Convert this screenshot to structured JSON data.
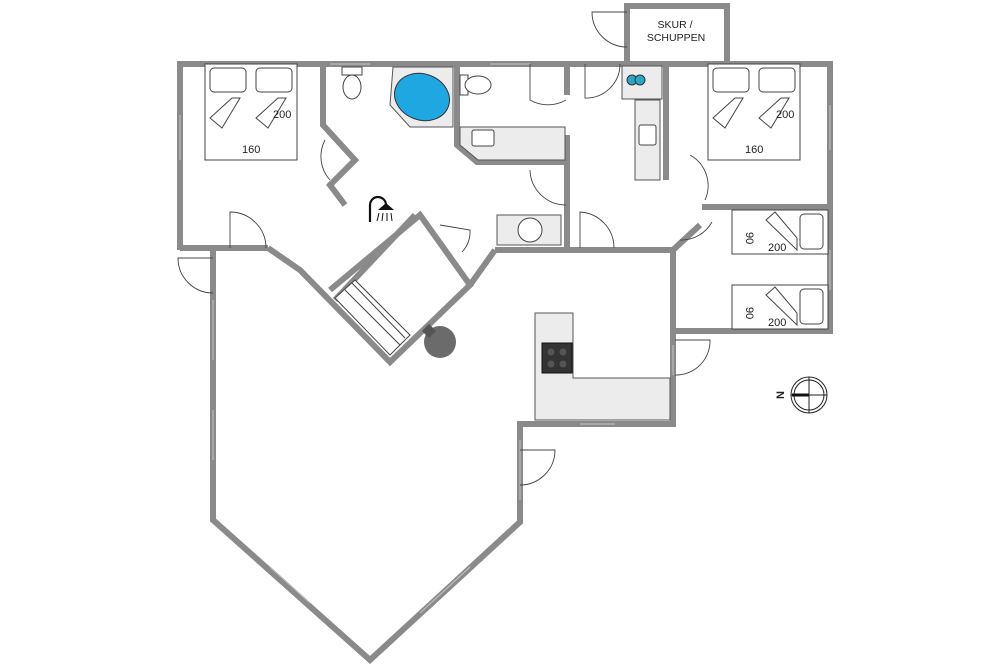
{
  "title": "Floor plan",
  "rooms": {
    "shed_line1": "SKUR /",
    "shed_line2": "SCHUPPEN"
  },
  "beds": [
    {
      "length": "200",
      "width": "160"
    },
    {
      "length": "200",
      "width": "160"
    },
    {
      "length": "200",
      "width": "90"
    },
    {
      "length": "200",
      "width": "90"
    }
  ],
  "compass": {
    "label": "N"
  },
  "colors": {
    "wall": "#8a8a8a",
    "bathtub": "#1ea7e1",
    "stove": "#333333",
    "stove_cover": "#666666"
  }
}
